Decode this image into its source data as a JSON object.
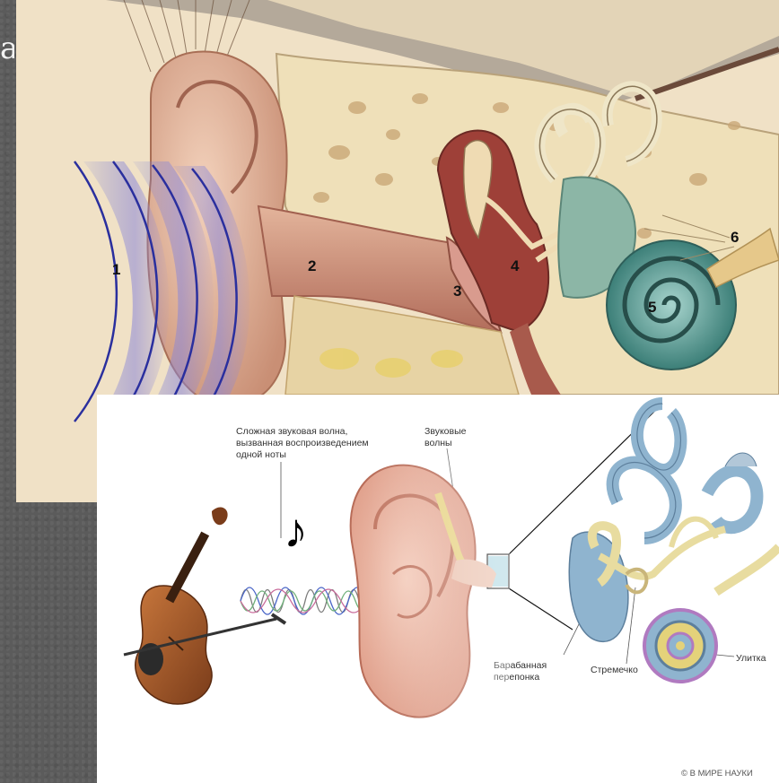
{
  "slide": {
    "title_fragment": "а"
  },
  "top_figure": {
    "labels": [
      "1",
      "2",
      "3",
      "4",
      "5",
      "6"
    ]
  },
  "bottom_figure": {
    "caption_wave": [
      "Сложная звуковая волна,",
      "вызванная воспроизведением",
      "одной ноты"
    ],
    "caption_sound_waves": [
      "Звуковые",
      "волны"
    ],
    "label_eardrum": [
      "Барабанная",
      "перепонка"
    ],
    "label_stirrup": "Стремечко",
    "label_cochlea": "Улитка",
    "copyright": "© В МИРЕ НАУКИ",
    "music_note": "♪"
  },
  "colors": {
    "skin": "#e7b79a",
    "canal": "#c9826e",
    "cochlea": "#5f9e97",
    "wave": "#2a2f9e",
    "bone": "#efe3bf"
  }
}
